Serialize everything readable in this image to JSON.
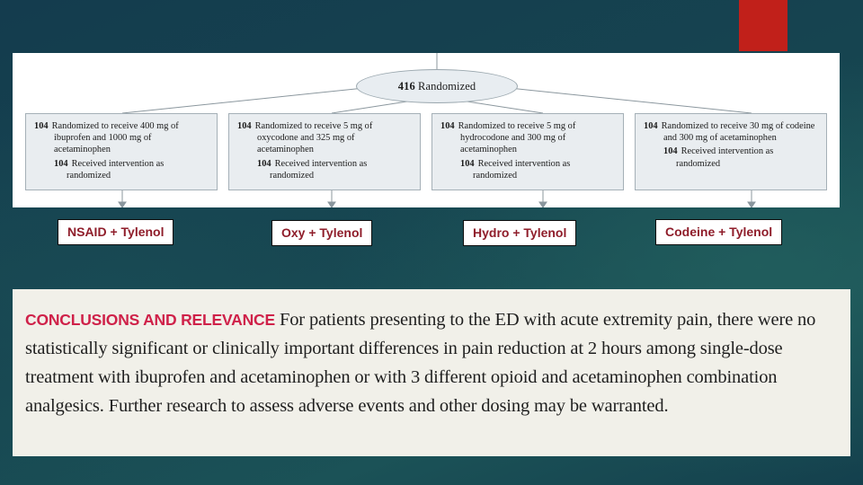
{
  "slide": {
    "background_color": "#15404f",
    "accent_block_color": "#c1201a"
  },
  "flowchart": {
    "root": {
      "count": "416",
      "label": "Randomized"
    },
    "arms": [
      {
        "count": "104",
        "assignment": "Randomized to receive 400 mg of ibuprofen and 1000 mg of acetaminophen",
        "received_count": "104",
        "received": "Received intervention as randomized",
        "callout": "NSAID + Tylenol"
      },
      {
        "count": "104",
        "assignment": "Randomized to receive 5 mg of oxycodone and 325 mg of acetaminophen",
        "received_count": "104",
        "received": "Received intervention as randomized",
        "callout": "Oxy + Tylenol"
      },
      {
        "count": "104",
        "assignment": "Randomized to receive 5 mg of hydrocodone and 300 mg of acetaminophen",
        "received_count": "104",
        "received": "Received intervention as randomized",
        "callout": "Hydro + Tylenol"
      },
      {
        "count": "104",
        "assignment": "Randomized to receive 30 mg of codeine and 300 mg of acetaminophen",
        "received_count": "104",
        "received": "Received intervention as randomized",
        "callout": "Codeine + Tylenol"
      }
    ]
  },
  "conclusions": {
    "heading": "CONCLUSIONS AND RELEVANCE",
    "heading_color": "#cf2149",
    "body": "For patients presenting to the ED with acute extremity pain, there were no statistically significant or clinically important differences in pain reduction at 2 hours among single-dose treatment with ibuprofen and acetaminophen or with 3 different opioid and acetaminophen combination analgesics. Further research to assess adverse events and other dosing may be warranted."
  }
}
